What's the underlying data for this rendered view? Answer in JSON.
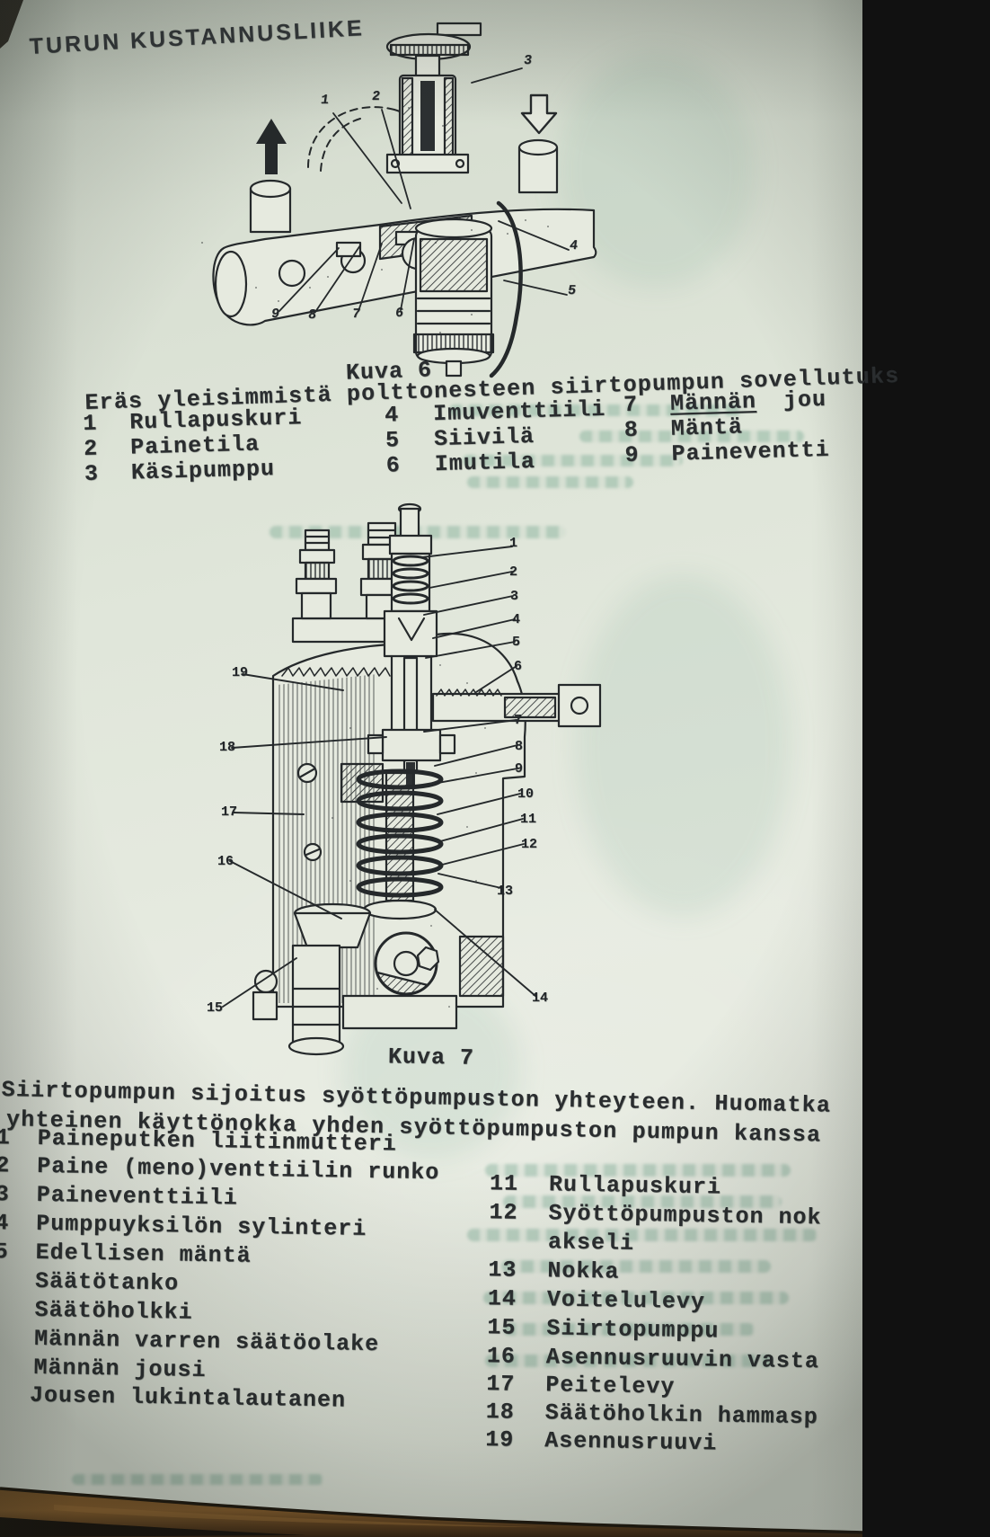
{
  "page": {
    "publisher": "TURUN KUSTANNUSLIIKE"
  },
  "palette": {
    "paper": "#e2e7db",
    "ink": "#2a2d2f",
    "bleed_green": "#509176",
    "table_wood": "#6d4a20"
  },
  "figure6": {
    "caption_title": "Kuva 6",
    "caption_text": "Eräs yleisimmistä polttonesteen siirtopumpun sovellutuks",
    "columns": [
      {
        "items": [
          {
            "num": "1",
            "label": "Rullapuskuri"
          },
          {
            "num": "2",
            "label": "Painetila"
          },
          {
            "num": "3",
            "label": "Käsipumppu"
          }
        ]
      },
      {
        "items": [
          {
            "num": "4",
            "label": "Imuventtiili"
          },
          {
            "num": "5",
            "label": "Siivilä"
          },
          {
            "num": "6",
            "label": "Imutila"
          }
        ]
      },
      {
        "items": [
          {
            "num": "7",
            "label": "Männän",
            "label2": "jou"
          },
          {
            "num": "8",
            "label": "Mäntä"
          },
          {
            "num": "9",
            "label": "Paineventti"
          }
        ]
      }
    ],
    "callouts": [
      "1",
      "2",
      "3",
      "4",
      "5",
      "6",
      "7",
      "8",
      "9"
    ]
  },
  "figure7": {
    "caption_title": "Kuva 7",
    "caption_line1": "Siirtopumpun sijoitus syöttöpumpuston yhteyteen. Huomatka",
    "caption_line2": "yhteinen käyttönokka yhden syöttöpumpuston pumpun kanssa",
    "left_items": [
      {
        "num": "1",
        "label": "Paineputken liitinmutteri"
      },
      {
        "num": "2",
        "label": "Paine (meno)venttiilin runko"
      },
      {
        "num": "3",
        "label": "Paineventtiili"
      },
      {
        "num": "4",
        "label": "Pumppuyksilön sylinteri"
      },
      {
        "num": "5",
        "label": "Edellisen mäntä"
      },
      {
        "num": "",
        "label": "Säätötanko"
      },
      {
        "num": "",
        "label": "Säätöholkki"
      },
      {
        "num": "",
        "label": "Männän varren säätöolake"
      },
      {
        "num": "",
        "label": "Männän jousi"
      },
      {
        "num": ")",
        "label": "Jousen lukintalautanen"
      }
    ],
    "right_items": [
      {
        "num": "11",
        "label": "Rullapuskuri"
      },
      {
        "num": "12",
        "label": "Syöttöpumpuston nok"
      },
      {
        "num": "",
        "label": "akseli"
      },
      {
        "num": "13",
        "label": "Nokka"
      },
      {
        "num": "14",
        "label": "Voitelulevy"
      },
      {
        "num": "15",
        "label": "Siirtopumppu"
      },
      {
        "num": "16",
        "label": "Asennusruuvin vasta"
      },
      {
        "num": "17",
        "label": "Peitelevy"
      },
      {
        "num": "18",
        "label": "Säätöholkin hammasp"
      },
      {
        "num": "19",
        "label": "Asennusruuvi"
      }
    ],
    "callouts_right": [
      "1",
      "2",
      "3",
      "4",
      "5",
      "6",
      "7",
      "8",
      "9",
      "10",
      "11",
      "12",
      "13",
      "14"
    ],
    "callouts_left": [
      "19",
      "18",
      "17",
      "16",
      "15"
    ]
  }
}
